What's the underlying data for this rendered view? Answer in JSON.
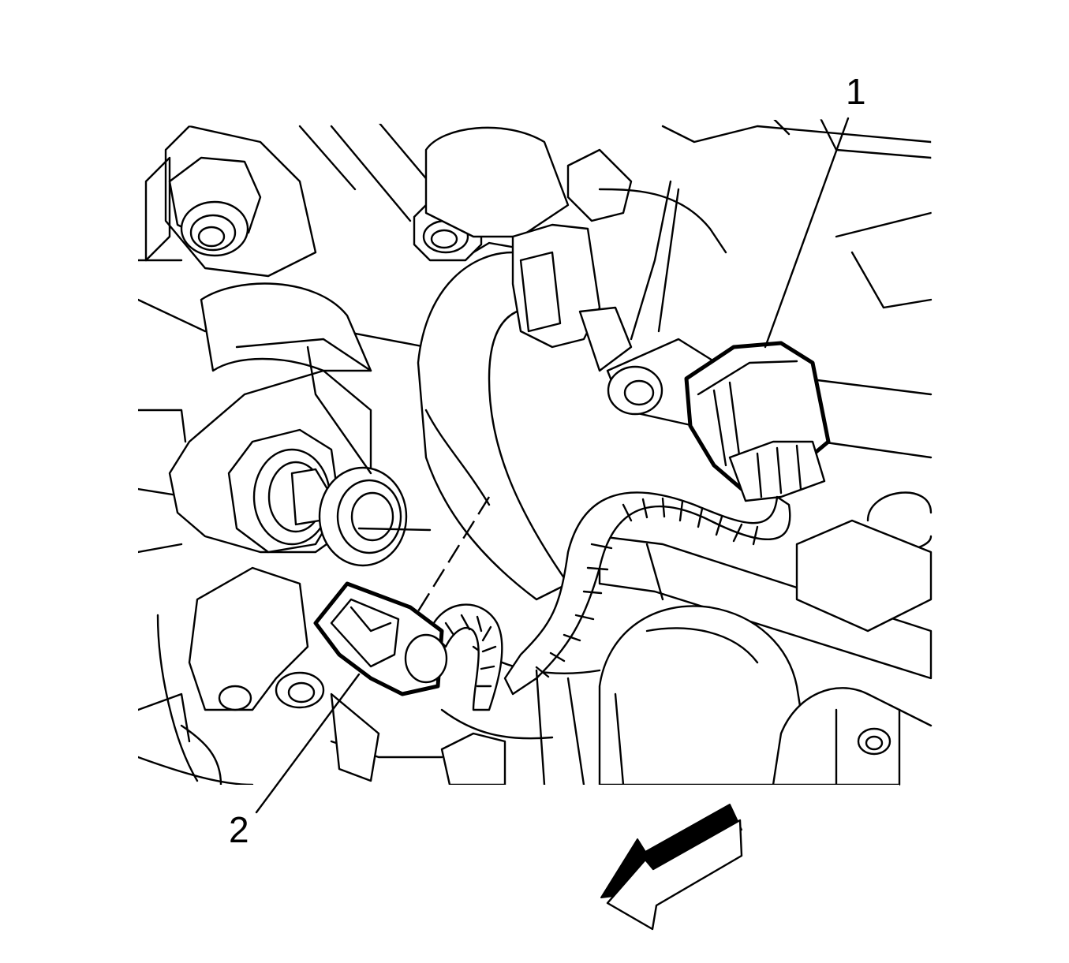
{
  "callouts": [
    {
      "id": "1",
      "label": "1"
    },
    {
      "id": "2",
      "label": "2"
    }
  ],
  "icons": [
    "direction-arrow-icon"
  ],
  "colors": {
    "line": "#000000",
    "background": "#ffffff"
  }
}
